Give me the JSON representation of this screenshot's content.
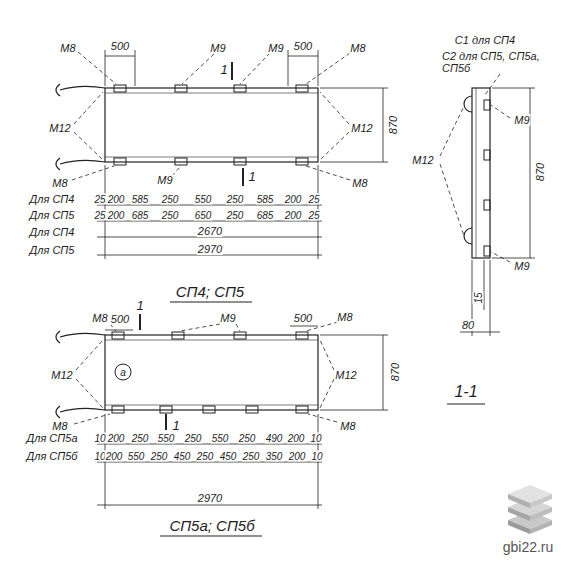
{
  "diagram": {
    "labels": [
      "500",
      "М8",
      "М9",
      "1",
      "М9",
      "500",
      "М8",
      "М12",
      "М12",
      "870",
      "М8",
      "М9",
      "1",
      "М8",
      "Для СП4",
      "25",
      "200",
      "585",
      "250",
      "550",
      "250",
      "585",
      "200",
      "25",
      "Для СП5",
      "25",
      "200",
      "685",
      "250",
      "650",
      "250",
      "685",
      "200",
      "25",
      "Для СП4",
      "2670",
      "Для СП5",
      "2970",
      "СП4; СП5",
      "С1 для СП4",
      "С2 для СП5, СП5а, СП5б",
      "М9",
      "М12",
      "870",
      "М9",
      "15",
      "80",
      "1-1",
      "М8",
      "500",
      "1",
      "М9",
      "500",
      "М8",
      "М12",
      "а",
      "М12",
      "870",
      "М8",
      "1",
      "М8",
      "Для СП5а",
      "10",
      "200",
      "250",
      "550",
      "250",
      "550",
      "250",
      "490",
      "200",
      "10",
      "Для СП5б",
      "10",
      "200",
      "550",
      "250",
      "450",
      "250",
      "450",
      "250",
      "350",
      "200",
      "10",
      "2970",
      "СП5а; СП5б",
      "gbi22.ru"
    ]
  }
}
